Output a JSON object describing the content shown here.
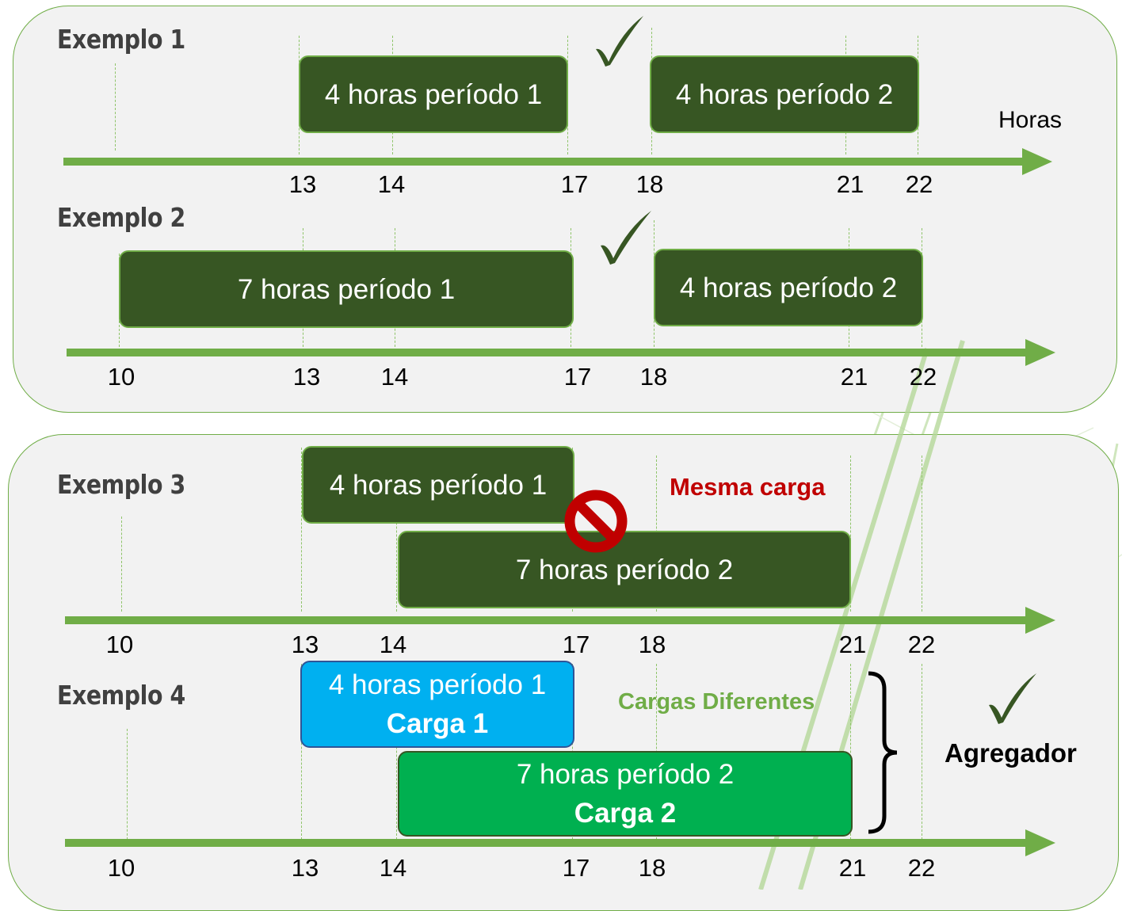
{
  "examples": [
    {
      "title": "Exemplo 1",
      "bar1": "4 horas período 1",
      "bar2": "4 horas período 2",
      "axis_label": "Horas",
      "ticks": [
        "13",
        "14",
        "17",
        "18",
        "21",
        "22"
      ]
    },
    {
      "title": "Exemplo 2",
      "bar1": "7 horas período 1",
      "bar2": "4 horas período 2",
      "ticks": [
        "10",
        "13",
        "14",
        "17",
        "18",
        "21",
        "22"
      ]
    },
    {
      "title": "Exemplo 3",
      "bar1": "4 horas período 1",
      "bar2": "7 horas período 2",
      "note": "Mesma carga",
      "ticks": [
        "10",
        "13",
        "14",
        "17",
        "18",
        "21",
        "22"
      ]
    },
    {
      "title": "Exemplo 4",
      "bar1": "4 horas período 1",
      "bar1_sub": "Carga 1",
      "bar2": "7 horas período 2",
      "bar2_sub": "Carga 2",
      "note": "Cargas Diferentes",
      "aggregator": "Agregador",
      "ticks": [
        "10",
        "13",
        "14",
        "17",
        "18",
        "21",
        "22"
      ]
    }
  ],
  "colors": {
    "panel_bg": "#f2f2f2",
    "axis": "#70ad47",
    "bar_dark": "#375623",
    "bar_blue": "#00b0f0",
    "bar_green": "#00b050",
    "check": "#375623",
    "prohibited": "#c00000",
    "note_red": "#c00000",
    "note_green": "#70ad47"
  },
  "icons": [
    "check-icon",
    "prohibited-icon",
    "right-brace-icon"
  ]
}
